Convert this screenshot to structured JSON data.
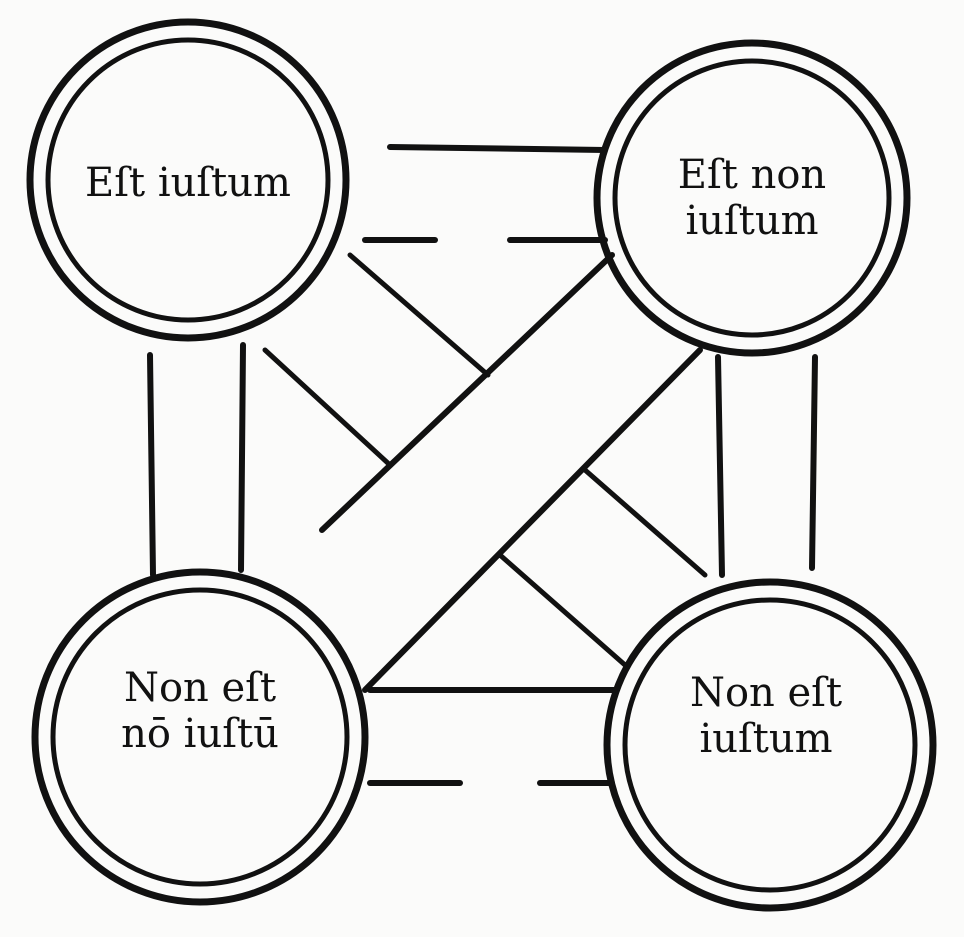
{
  "diagram": {
    "nodes": [
      {
        "id": "top-left",
        "label_lines": [
          "Eſt iuſtum"
        ]
      },
      {
        "id": "top-right",
        "label_lines": [
          "Eſt non",
          "iuſtum"
        ]
      },
      {
        "id": "bottom-left",
        "label_lines": [
          "Non eſt",
          "nō iuſtū"
        ]
      },
      {
        "id": "bottom-right",
        "label_lines": [
          "Non eſt",
          "iuſtum"
        ]
      }
    ],
    "ink_color": "#111111",
    "paper_color": "#fbfbfa"
  }
}
